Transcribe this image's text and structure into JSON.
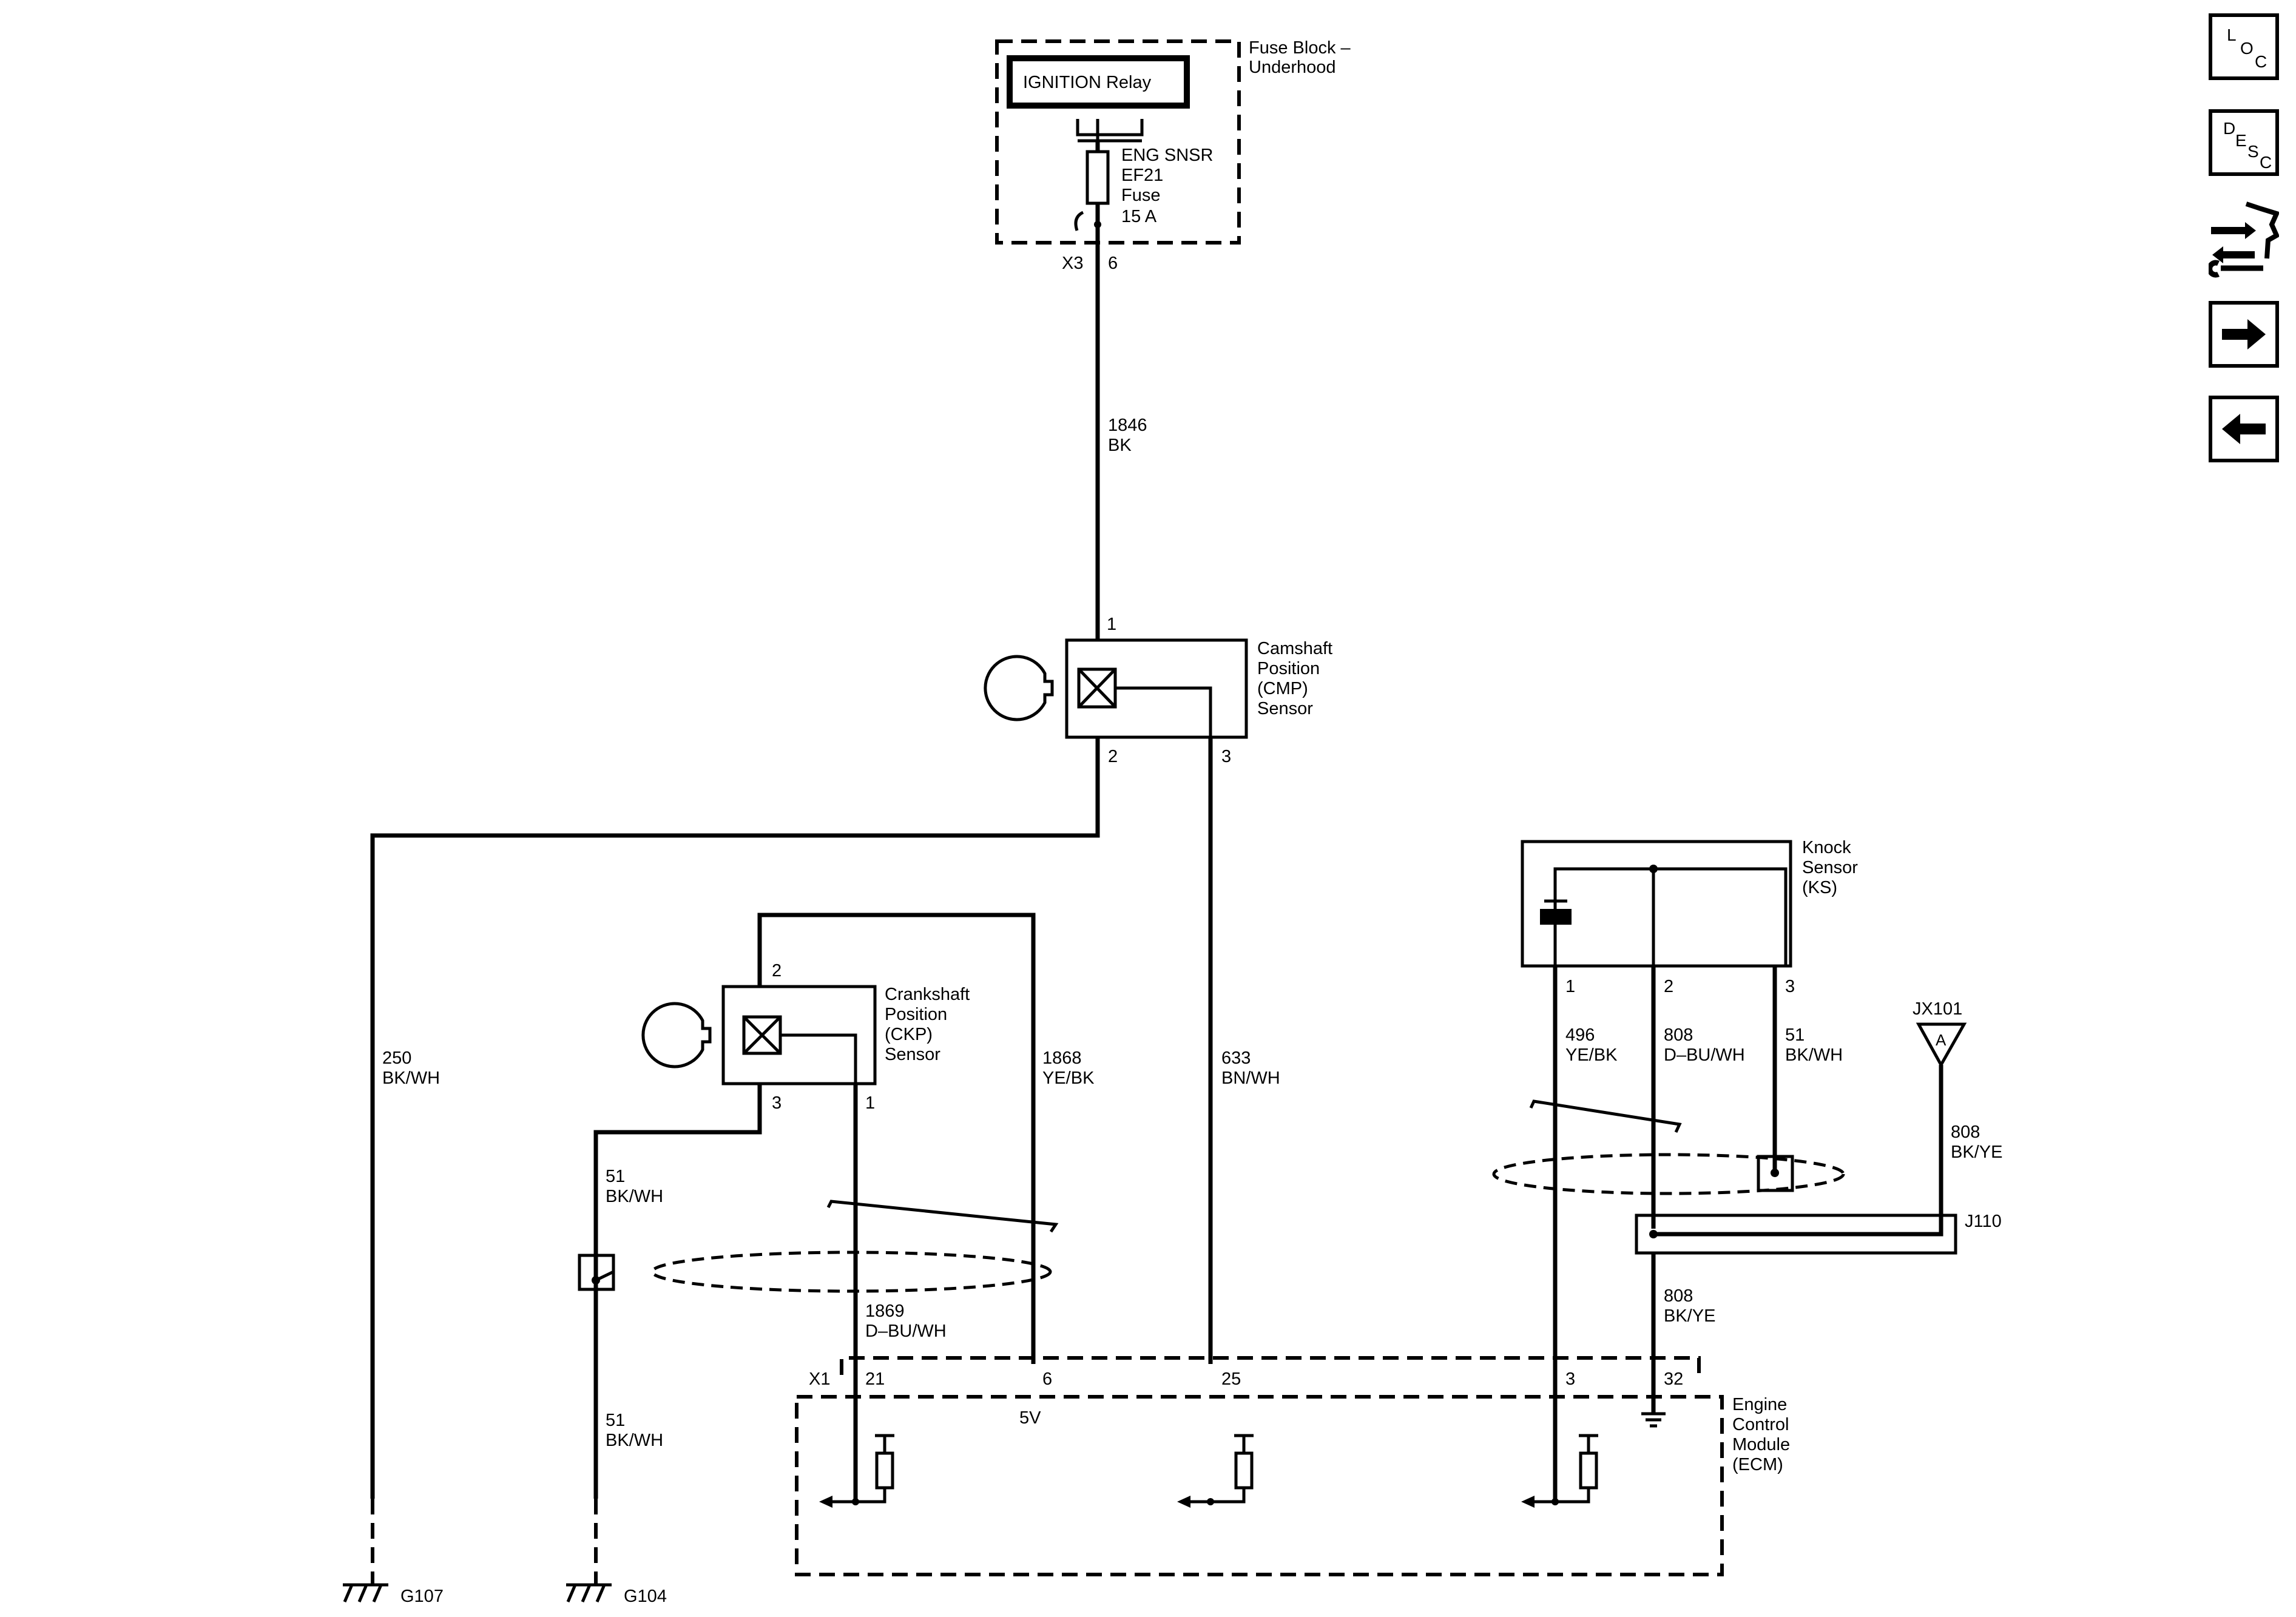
{
  "fuse_block": {
    "title_line1": "Fuse Block –",
    "title_line2": "Underhood",
    "relay": "IGNITION Relay",
    "fuse_line1": "ENG SNSR",
    "fuse_line2": "EF21",
    "fuse_line3": "Fuse",
    "fuse_line4": "15 A",
    "connector": "X3",
    "pin": "6"
  },
  "wires": {
    "w1846": {
      "num": "1846",
      "color": "BK"
    },
    "w250": {
      "num": "250",
      "color": "BK/WH"
    },
    "w1868": {
      "num": "1868",
      "color": "YE/BK"
    },
    "w633": {
      "num": "633",
      "color": "BN/WH"
    },
    "w51a": {
      "num": "51",
      "color": "BK/WH"
    },
    "w51b": {
      "num": "51",
      "color": "BK/WH"
    },
    "w1869": {
      "num": "1869",
      "color": "D–BU/WH"
    },
    "w496": {
      "num": "496",
      "color": "YE/BK"
    },
    "w808a": {
      "num": "808",
      "color": "D–BU/WH"
    },
    "w51c": {
      "num": "51",
      "color": "BK/WH"
    },
    "w808b": {
      "num": "808",
      "color": "BK/YE"
    },
    "w808c": {
      "num": "808",
      "color": "BK/YE"
    }
  },
  "cmp": {
    "line1": "Camshaft",
    "line2": "Position",
    "line3": "(CMP)",
    "line4": "Sensor",
    "pin1": "1",
    "pin2": "2",
    "pin3": "3"
  },
  "ckp": {
    "line1": "Crankshaft",
    "line2": "Position",
    "line3": "(CKP)",
    "line4": "Sensor",
    "pin1": "1",
    "pin2": "2",
    "pin3": "3"
  },
  "ks": {
    "line1": "Knock",
    "line2": "Sensor",
    "line3": "(KS)",
    "pin1": "1",
    "pin2": "2",
    "pin3": "3"
  },
  "jx101": {
    "name": "JX101",
    "letter": "A"
  },
  "j110": {
    "name": "J110"
  },
  "ecm": {
    "line1": "Engine",
    "line2": "Control",
    "line3": "Module",
    "line4": "(ECM)",
    "connector": "X1",
    "pin21": "21",
    "pin6": "6",
    "pin25": "25",
    "pin3": "3",
    "pin32": "32",
    "v5": "5V"
  },
  "grounds": {
    "g107": "G107",
    "g104": "G104"
  },
  "nav": {
    "loc": {
      "a": "L",
      "b": "O",
      "c": "C"
    },
    "desc": {
      "a": "D",
      "b": "E",
      "c": "S",
      "d": "C"
    },
    "icons": [
      "loc-icon",
      "desc-icon",
      "connector-tools-icon",
      "arrow-right-icon",
      "arrow-left-icon"
    ]
  }
}
